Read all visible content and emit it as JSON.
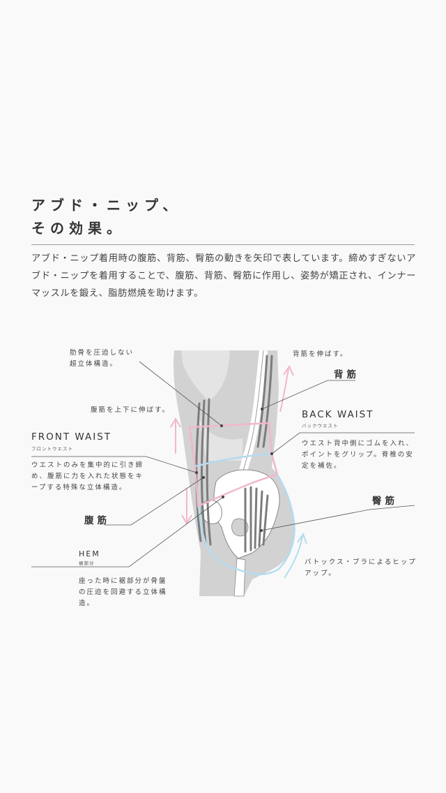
{
  "title": {
    "line1": "アブド・ニップ、",
    "line2": "その効果。"
  },
  "intro": "アブド・ニップ着用時の腹筋、背筋、臀筋の動きを矢印で表しています。締めすぎないアブド・ニップを着用することで、腹筋、背筋、臀筋に作用し、姿勢が矯正され、インナーマッスルを鍛え、脂肪燃焼を助けます。",
  "labels": {
    "rib_support": "肋骨を圧迫しない超立体構造。",
    "abs_stretch": "腹筋を上下に伸ばす。",
    "front_waist": {
      "en": "FRONT WAIST",
      "kana": "フロントウエスト",
      "desc": "ウエストのみを集中的に引き締め、腹筋に力を入れた状態をキープする特殊な立体構造。"
    },
    "abs": "腹筋",
    "hem": {
      "en": "HEM",
      "kana": "裾部分",
      "desc": "座った時に裾部分が骨盤の圧迫を回避する立体構造。"
    },
    "back_stretch": "背筋を伸ばす。",
    "back": "背筋",
    "back_waist": {
      "en": "BACK WAIST",
      "kana": "バックウエスト",
      "desc": "ウエスト背中側にゴムを入れ、ポイントをグリップ。脊椎の安定を補佐。"
    },
    "glutes": "臀筋",
    "hip_up": "バトックス・ブラによるヒップアップ。"
  },
  "colors": {
    "pink": "#f1b6cd",
    "blue": "#b3dcef",
    "body": "#d2d2d3",
    "muscle": "#7c7c7c",
    "bone": "#ffffff"
  }
}
